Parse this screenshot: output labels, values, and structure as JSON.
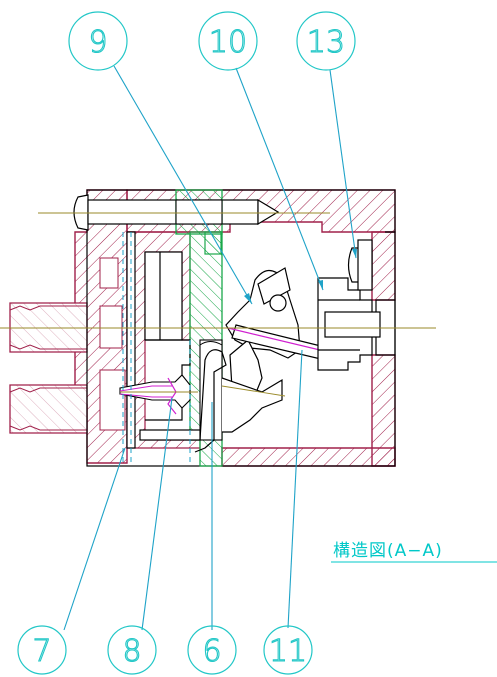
{
  "view_title": "構造図(A−A)",
  "callouts": [
    {
      "id": "callout-9",
      "text": "9"
    },
    {
      "id": "callout-10",
      "text": "10"
    },
    {
      "id": "callout-13",
      "text": "13"
    },
    {
      "id": "callout-7",
      "text": "7"
    },
    {
      "id": "callout-8",
      "text": "8"
    },
    {
      "id": "callout-6",
      "text": "6"
    },
    {
      "id": "callout-11",
      "text": "11"
    }
  ],
  "colors": {
    "housing": "#a0204a",
    "part_green": "#1aa84a",
    "leader": "#1fa3c8",
    "callout": "#22c7c7",
    "centerline": "#9a8a2a",
    "spring": "#d020d0",
    "outline": "#000000"
  }
}
